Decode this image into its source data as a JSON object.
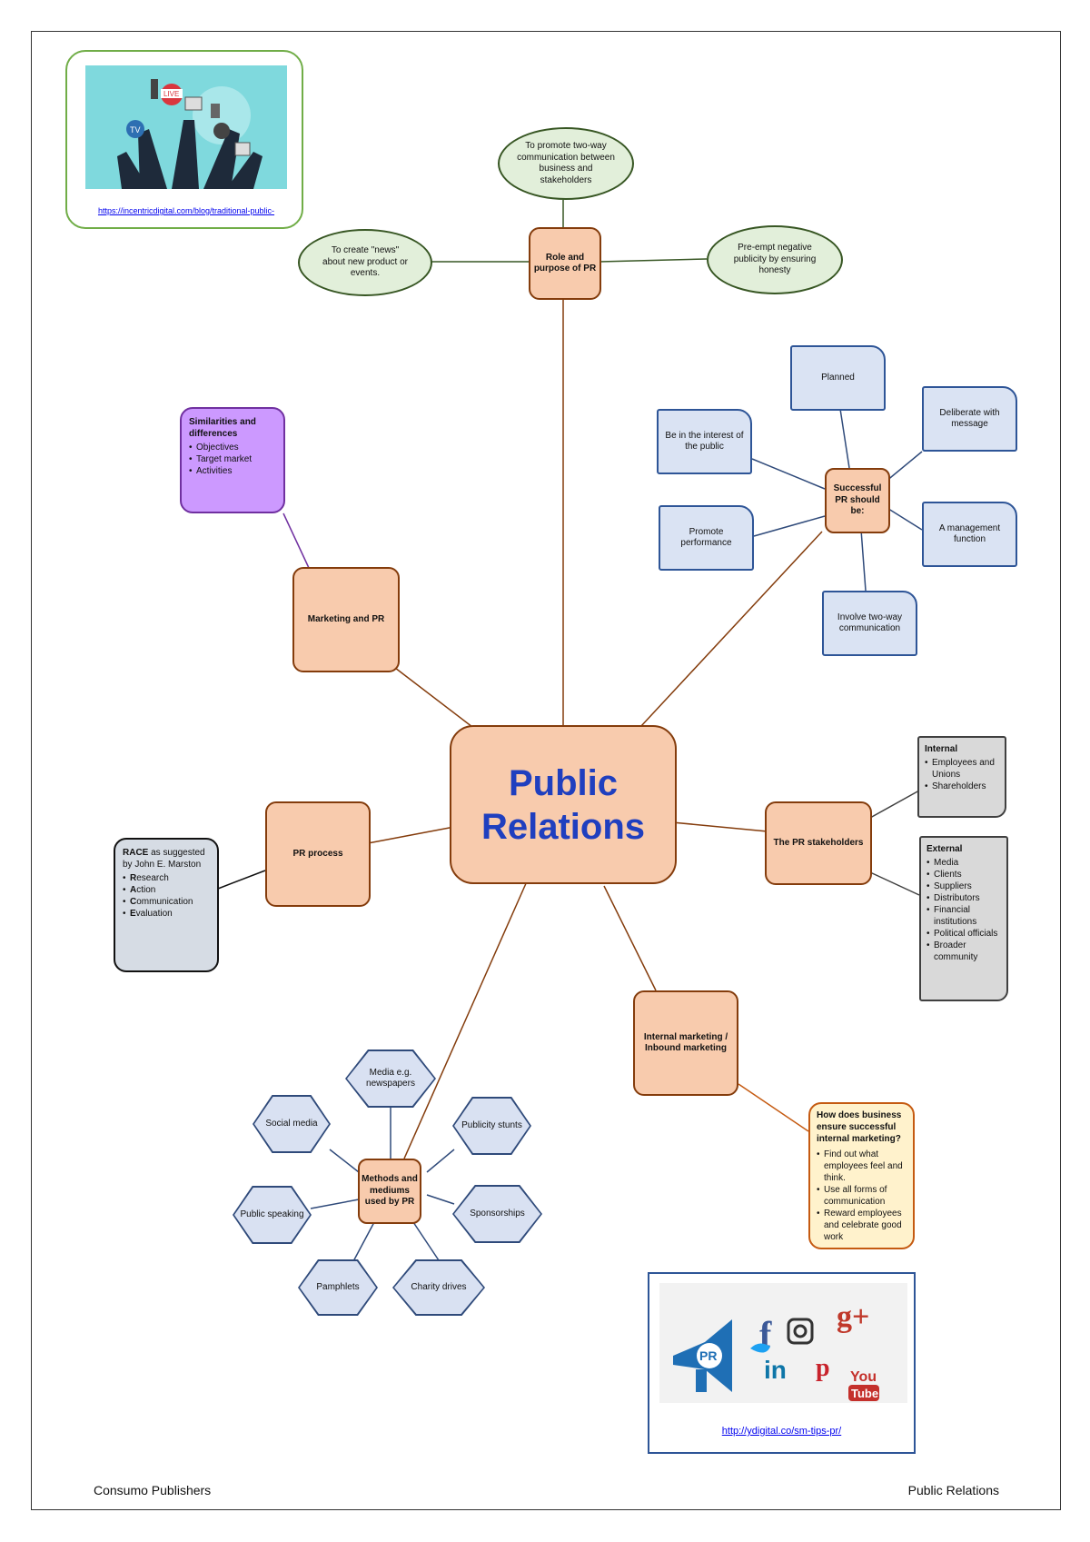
{
  "center": {
    "line1": "Public",
    "line2": "Relations"
  },
  "role": {
    "label": "Role and purpose of PR",
    "items": [
      "To promote two-way communication between business and stakeholders",
      "To create \"news\" about new product or events.",
      "Pre-empt negative publicity by ensuring honesty"
    ]
  },
  "successful": {
    "label": "Successful PR should be:",
    "items": [
      "Planned",
      "Deliberate with message",
      "Be in the interest of the public",
      "A management function",
      "Promote performance",
      "Involve two-way communication"
    ]
  },
  "marketing": {
    "label": "Marketing and PR",
    "note_title": "Similarities and differences",
    "note_items": [
      "Objectives",
      "Target market",
      "Activities"
    ]
  },
  "process": {
    "label": "PR process",
    "race_title_bold": "RACE",
    "race_title_rest": " as suggested by John E. Marston",
    "race_items": [
      {
        "first": "R",
        "rest": "esearch"
      },
      {
        "first": "A",
        "rest": "ction"
      },
      {
        "first": "C",
        "rest": "ommunication"
      },
      {
        "first": "E",
        "rest": "valuation"
      }
    ]
  },
  "stakeholders": {
    "label": "The PR stakeholders",
    "internal_title": "Internal",
    "internal_items": [
      "Employees and Unions",
      "Shareholders"
    ],
    "external_title": "External",
    "external_items": [
      "Media",
      "Clients",
      "Suppliers",
      "Distributors",
      "Financial institutions",
      "Political officials",
      "Broader community"
    ]
  },
  "internal_marketing": {
    "label": "Internal marketing / Inbound marketing",
    "note_title": "How does business ensure successful internal marketing?",
    "note_items": [
      "Find out what employees feel and think.",
      "Use all forms of communication",
      "Reward employees and celebrate good work"
    ]
  },
  "methods": {
    "label": "Methods and mediums used by PR",
    "items": [
      "Media e.g. newspapers",
      "Publicity stunts",
      "Social media",
      "Sponsorships",
      "Public speaking",
      "Pamphlets",
      "Charity drives"
    ]
  },
  "images": {
    "top_link": "https://incentricdigital.com/blog/traditional-public-relations-vs-digital-pr/",
    "bottom_link": "http://ydigital.co/sm-tips-pr/",
    "pr_badge": "PR"
  },
  "footer": {
    "left": "Consumo Publishers",
    "right": "Public Relations"
  },
  "colors": {
    "peach": "#f8cbad",
    "peach_border": "#843c0c",
    "blue": "#dae3f3",
    "green": "#e2efda",
    "purple": "#cc99ff",
    "grey": "#d9d9d9",
    "yellow": "#fff2cc",
    "title_blue": "#1f3fbf"
  }
}
